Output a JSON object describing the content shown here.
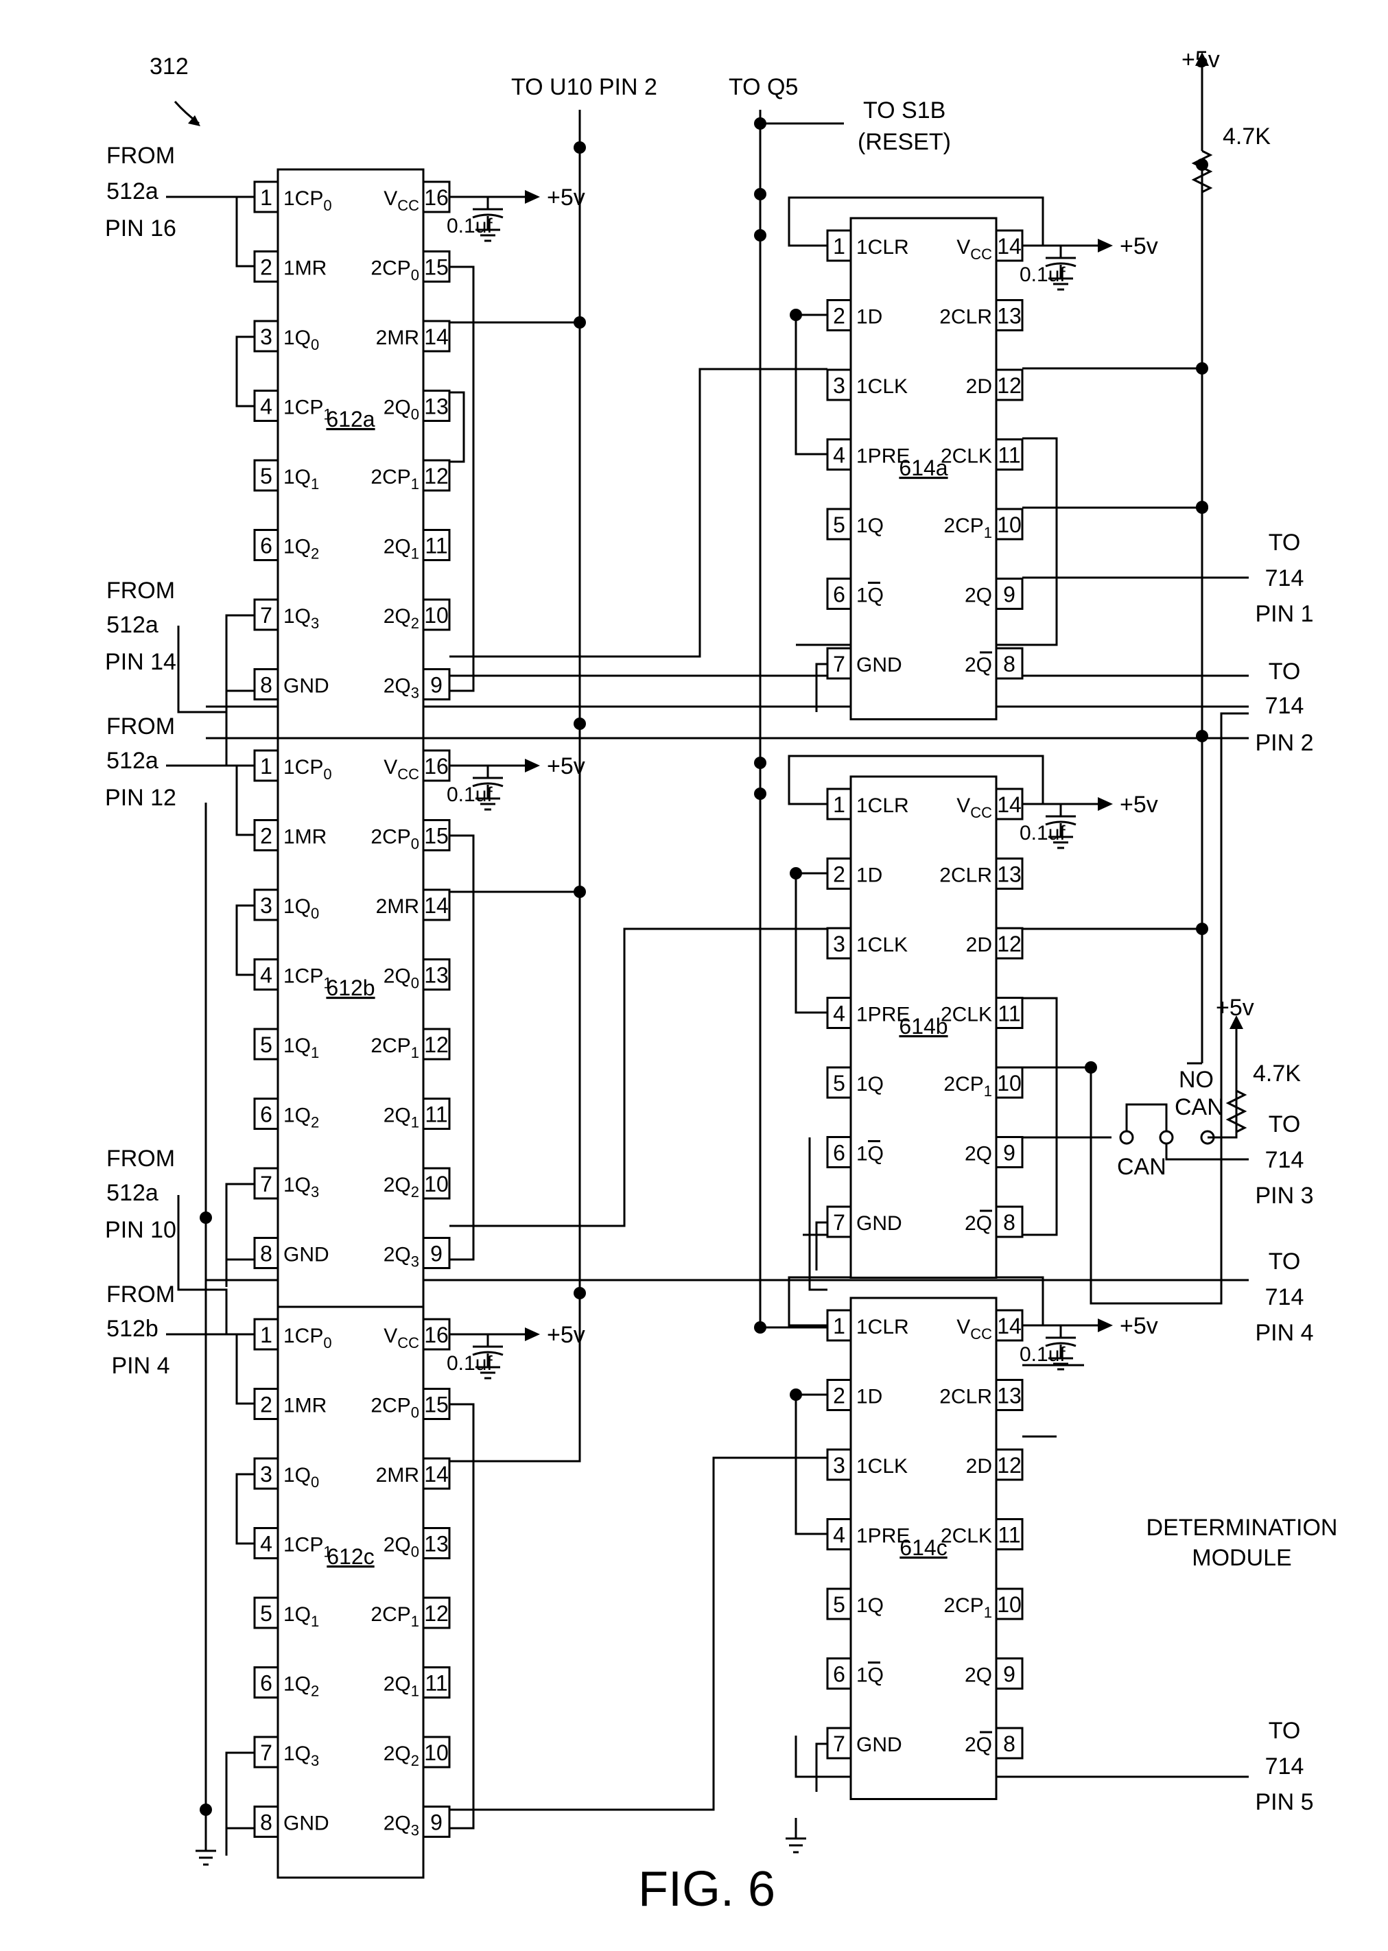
{
  "figure": {
    "title": "FIG. 6",
    "ref_number": "312",
    "module_label": [
      "DETERMINATION",
      "MODULE"
    ]
  },
  "labels": {
    "to_u10": "TO U10 PIN 2",
    "to_q5": "TO Q5",
    "to_s1b": [
      "TO S1B",
      "(RESET)"
    ],
    "vcc_top": "+5v",
    "res_top": "4.7K",
    "vcc_mid": "+5v",
    "res_mid": "4.7K",
    "no_can": [
      "NO",
      "CAN"
    ],
    "can": "CAN"
  },
  "inputs": [
    {
      "lines": [
        "FROM",
        "512a",
        "PIN 16"
      ]
    },
    {
      "lines": [
        "FROM",
        "512a",
        "PIN 14"
      ]
    },
    {
      "lines": [
        "FROM",
        "512a",
        "PIN 12"
      ]
    },
    {
      "lines": [
        "FROM",
        "512a",
        "PIN 10"
      ]
    },
    {
      "lines": [
        "FROM",
        "512b",
        "PIN 4"
      ]
    }
  ],
  "outputs": [
    {
      "lines": [
        "TO",
        "714",
        "PIN 1"
      ]
    },
    {
      "lines": [
        "TO",
        "714",
        "PIN 2"
      ]
    },
    {
      "lines": [
        "TO",
        "714",
        "PIN 3"
      ]
    },
    {
      "lines": [
        "TO",
        "714",
        "PIN 4"
      ]
    },
    {
      "lines": [
        "TO",
        "714",
        "PIN 5"
      ]
    }
  ],
  "counter_ic": {
    "left_pins": [
      {
        "num": "1",
        "name": "1CP",
        "sub": "0",
        "bar": false
      },
      {
        "num": "2",
        "name": "1MR",
        "sub": "",
        "bar": false
      },
      {
        "num": "3",
        "name": "1Q",
        "sub": "0",
        "bar": false
      },
      {
        "num": "4",
        "name": "1CP",
        "sub": "1",
        "bar": false
      },
      {
        "num": "5",
        "name": "1Q",
        "sub": "1",
        "bar": false
      },
      {
        "num": "6",
        "name": "1Q",
        "sub": "2",
        "bar": false
      },
      {
        "num": "7",
        "name": "1Q",
        "sub": "3",
        "bar": false
      },
      {
        "num": "8",
        "name": "GND",
        "sub": "",
        "bar": false
      }
    ],
    "right_pins": [
      {
        "num": "16",
        "name": "V",
        "sub": "CC",
        "bar": false
      },
      {
        "num": "15",
        "name": "2CP",
        "sub": "0",
        "bar": false
      },
      {
        "num": "14",
        "name": "2MR",
        "sub": "",
        "bar": false
      },
      {
        "num": "13",
        "name": "2Q",
        "sub": "0",
        "bar": false
      },
      {
        "num": "12",
        "name": "2CP",
        "sub": "1",
        "bar": false
      },
      {
        "num": "11",
        "name": "2Q",
        "sub": "1",
        "bar": false
      },
      {
        "num": "10",
        "name": "2Q",
        "sub": "2",
        "bar": false
      },
      {
        "num": "9",
        "name": "2Q",
        "sub": "3",
        "bar": false
      }
    ]
  },
  "flipflop_ic": {
    "left_pins": [
      {
        "num": "1",
        "name": "1CLR",
        "sub": "",
        "bar": false
      },
      {
        "num": "2",
        "name": "1D",
        "sub": "",
        "bar": false
      },
      {
        "num": "3",
        "name": "1CLK",
        "sub": "",
        "bar": false
      },
      {
        "num": "4",
        "name": "1PRE",
        "sub": "",
        "bar": false
      },
      {
        "num": "5",
        "name": "1Q",
        "sub": "",
        "bar": false
      },
      {
        "num": "6",
        "name": "1Q",
        "sub": "",
        "bar": true
      },
      {
        "num": "7",
        "name": "GND",
        "sub": "",
        "bar": false
      }
    ],
    "right_pins": [
      {
        "num": "14",
        "name": "V",
        "sub": "CC",
        "bar": false
      },
      {
        "num": "13",
        "name": "2CLR",
        "sub": "",
        "bar": false
      },
      {
        "num": "12",
        "name": "2D",
        "sub": "",
        "bar": false
      },
      {
        "num": "11",
        "name": "2CLK",
        "sub": "",
        "bar": false
      },
      {
        "num": "10",
        "name": "2CP",
        "sub": "1",
        "bar": false
      },
      {
        "num": "9",
        "name": "2Q",
        "sub": "",
        "bar": false
      },
      {
        "num": "8",
        "name": "2Q",
        "sub": "",
        "bar": true
      }
    ]
  },
  "counters": [
    {
      "name": "612a",
      "vcc_label": "+5v",
      "cap_label": "0.1uf"
    },
    {
      "name": "612b",
      "vcc_label": "+5v",
      "cap_label": "0.1uf"
    },
    {
      "name": "612c",
      "vcc_label": "+5v",
      "cap_label": "0.1uf"
    }
  ],
  "flipflops": [
    {
      "name": "614a",
      "vcc_label": "+5v",
      "cap_label": "0.1uf"
    },
    {
      "name": "614b",
      "vcc_label": "+5v",
      "cap_label": "0.1uf"
    },
    {
      "name": "614c",
      "vcc_label": "+5v",
      "cap_label": "0.1uf"
    }
  ]
}
